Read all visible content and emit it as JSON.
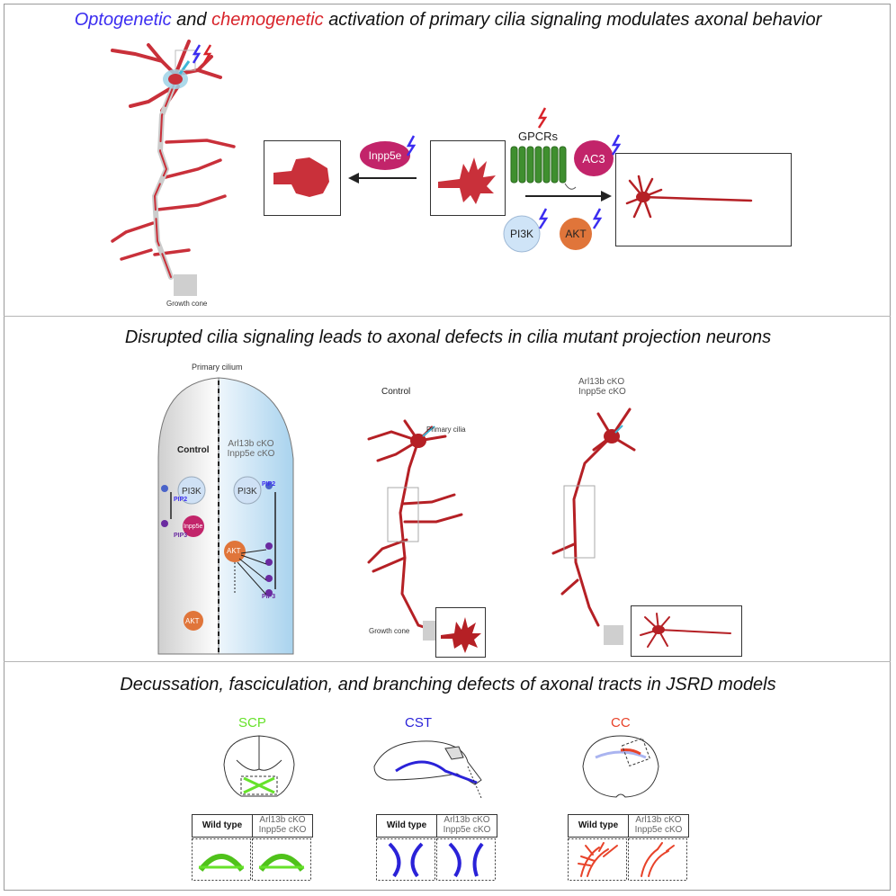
{
  "title": {
    "opto": "Optogenetic",
    "and": "and",
    "chemo": "chemogenetic",
    "rest": "activation of primary cilia signaling modulates axonal behavior"
  },
  "panel1": {
    "growth_cone": "Growth cone",
    "inpp5e": "Inpp5e",
    "gpcrs": "GPCRs",
    "ac3": "AC3",
    "pi3k": "PI3K",
    "akt": "AKT"
  },
  "panel2": {
    "heading": "Disrupted cilia signaling leads to axonal defects in cilia mutant projection neurons",
    "primary_cilium": "Primary cilium",
    "control_cilium": "Control",
    "mutant_line1": "Arl13b cKO",
    "mutant_line2": "Inpp5e cKO",
    "pi3k_left": "PI3K",
    "pi3k_right": "PI3K",
    "inpp5e": "Inpp5e",
    "akt_right": "AKT",
    "akt_bottom": "AKT",
    "pip2_left": "PIP2",
    "pip3_left": "PIP3",
    "pip2_right": "PIP2",
    "pip3_right": "PIP3",
    "control_neuron": "Control",
    "primary_cilia": "Primary cilia",
    "growth_cone": "Growth cone",
    "mutant_neuron_line1": "Arl13b cKO",
    "mutant_neuron_line2": "Inpp5e cKO"
  },
  "panel3": {
    "heading": "Decussation, fasciculation, and branching defects of axonal tracts in JSRD models",
    "scp": "SCP",
    "cst": "CST",
    "cc": "CC",
    "wild_type": "Wild type",
    "mutant_line1": "Arl13b cKO",
    "mutant_line2": "Inpp5e cKO"
  },
  "colors": {
    "opto_blue": "#3b2df0",
    "chemo_red": "#d8232a",
    "neuron_red": "#b52025",
    "scp_green": "#66e22a",
    "cst_blue": "#2a22d8",
    "cc_red": "#e8432a"
  }
}
